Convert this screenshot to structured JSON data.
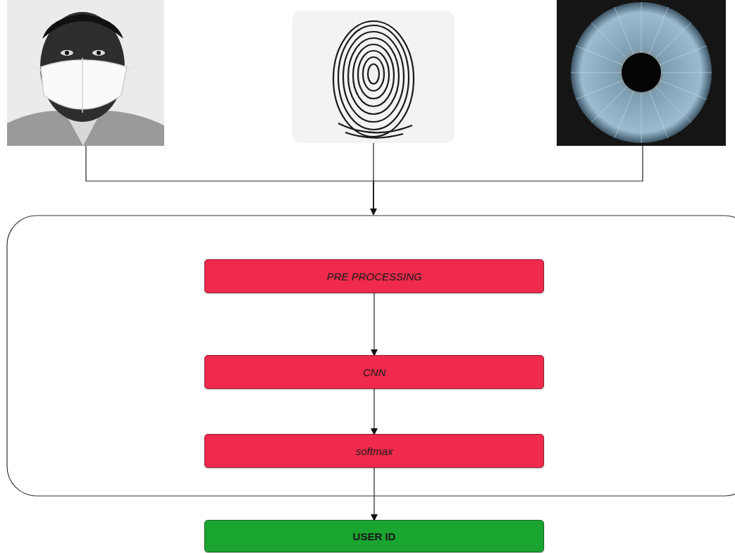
{
  "diagram": {
    "nodes": [
      {
        "text": [
          "PRE PROCESSING"
        ]
      },
      {
        "text": [
          "CNN"
        ]
      },
      {
        "text": [
          "softmax"
        ]
      },
      {
        "text": [
          "USER ID"
        ]
      }
    ],
    "edges": [
      {
        "from": 0,
        "to": 1,
        "arrow": "to"
      },
      {
        "from": 1,
        "to": 2,
        "arrow": "to"
      },
      {
        "from": 2,
        "to": 3,
        "arrow": "to"
      }
    ]
  }
}
